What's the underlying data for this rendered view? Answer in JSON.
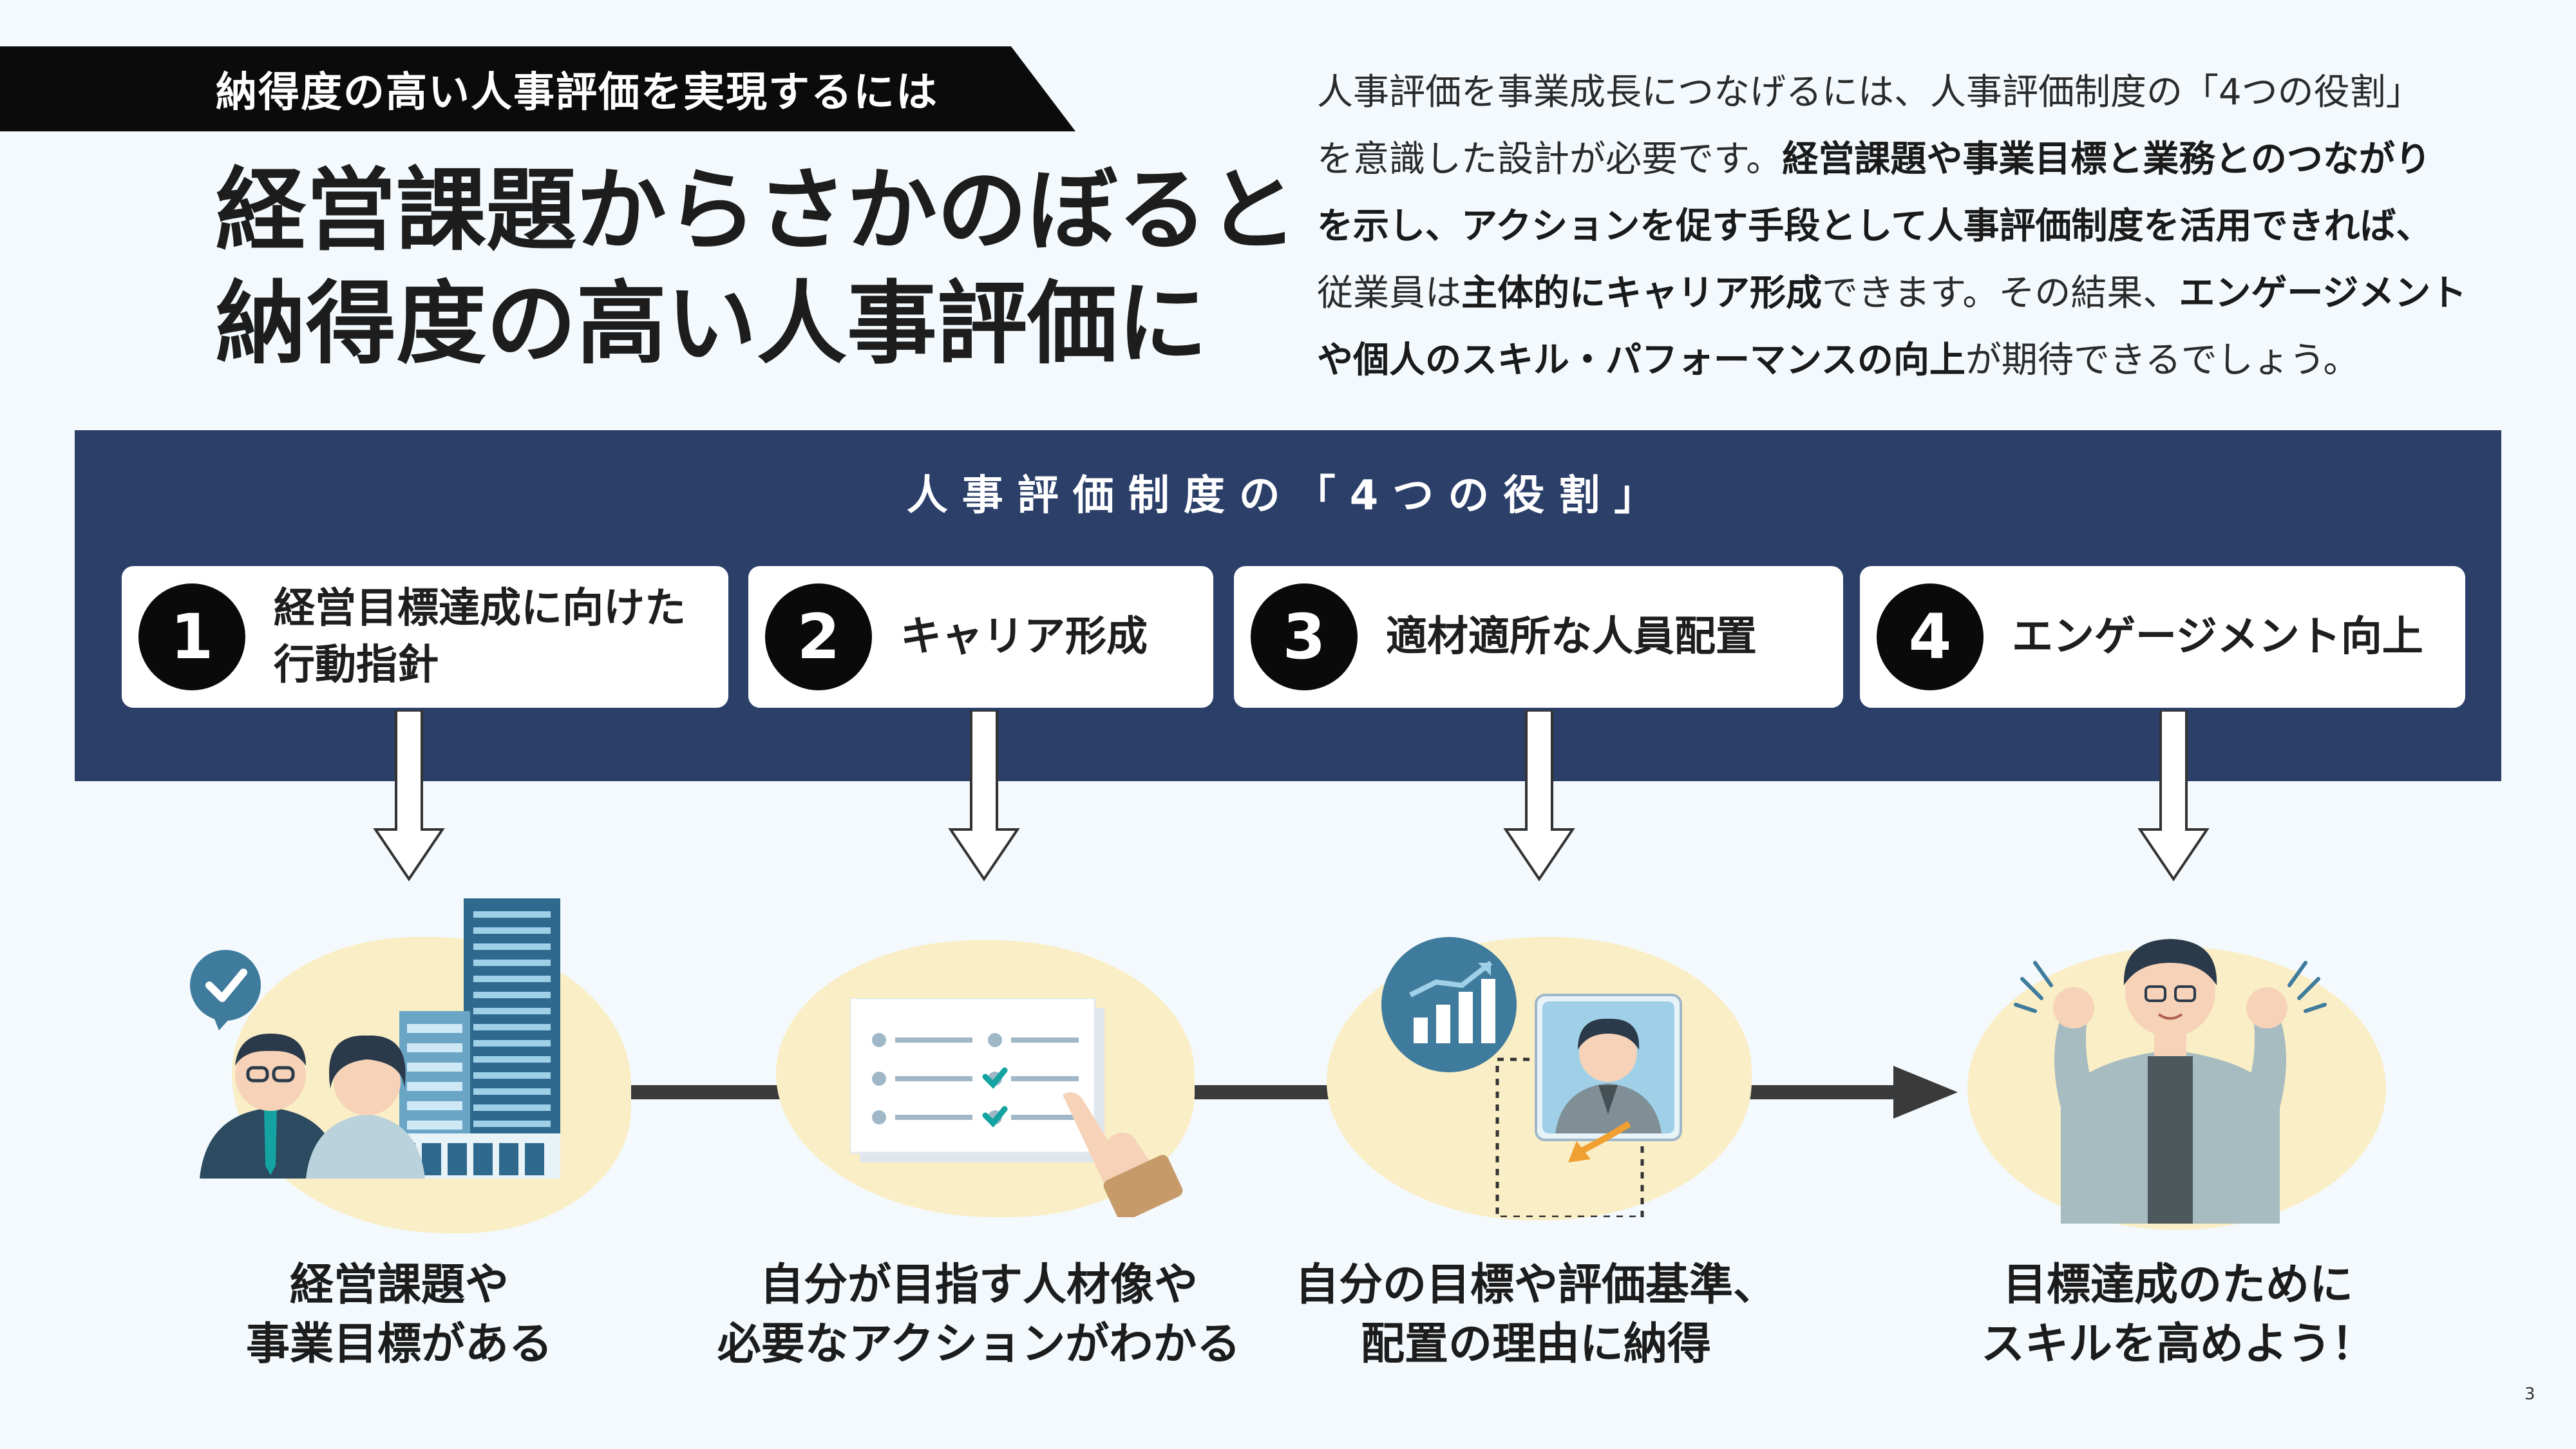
{
  "header": {
    "banner": "納得度の高い人事評価を実現するには",
    "title_line1": "経営課題からさかのぼると",
    "title_line2": "納得度の高い人事評価に"
  },
  "intro": {
    "l1": "人事評価を事業成長につなげるには、人事評価制度の「4つの役割」",
    "l2a": "を意識した設計が必要です。",
    "l2b": "経営課題や事業目標と業務とのつながり",
    "l3": "を示し、アクションを促す手段として人事評価制度を活用できれば、",
    "l4a": "従業員は",
    "l4b": "主体的にキャリア形成",
    "l4c": "できます。その結果、",
    "l4d": "エンゲージメント",
    "l5a": "や個人のスキル・パフォーマンスの向上",
    "l5b": "が期待できるでしょう。"
  },
  "roles_title": "人事評価制度の「4つの役割」",
  "roles": [
    {
      "num": "1",
      "line1": "経営目標達成に向けた",
      "line2": "行動指針"
    },
    {
      "num": "2",
      "line1": "キャリア形成",
      "line2": ""
    },
    {
      "num": "3",
      "line1": "適材適所な人員配置",
      "line2": ""
    },
    {
      "num": "4",
      "line1": "エンゲージメント向上",
      "line2": ""
    }
  ],
  "captions": [
    {
      "line1": "経営課題や",
      "line2": "事業目標がある"
    },
    {
      "line1": "自分が目指す人材像や",
      "line2": "必要なアクションがわかる"
    },
    {
      "line1": "自分の目標や評価基準、",
      "line2": "配置の理由に納得"
    },
    {
      "line1": "目標達成のために",
      "line2": "スキルを高めよう！"
    }
  ],
  "page_number": "3",
  "colors": {
    "navy": "#2b3f69",
    "banner": "#0b0b0b",
    "background": "#f3f9fd",
    "blob": "#faeec6",
    "accent_teal": "#14a3a0",
    "accent_orange": "#f0a030"
  }
}
